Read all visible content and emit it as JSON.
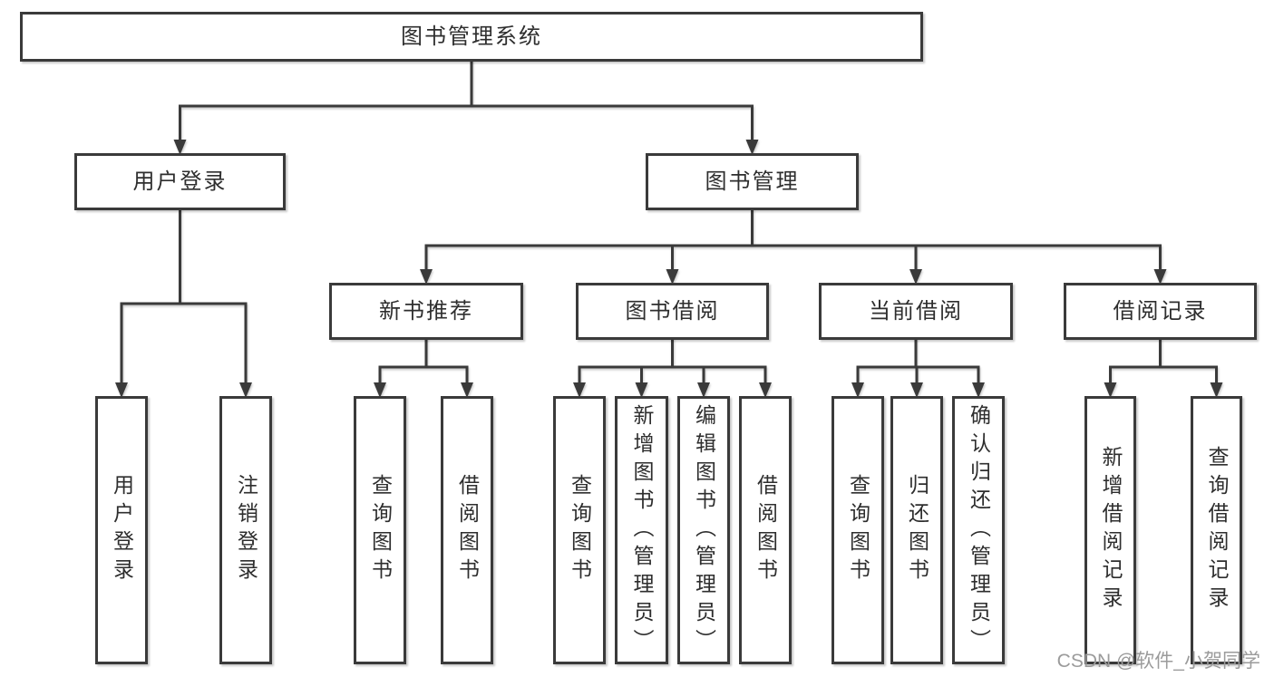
{
  "tree": {
    "root": "图书管理系统",
    "children": [
      {
        "label": "用户登录",
        "children": [
          "用户登录",
          "注销登录"
        ]
      },
      {
        "label": "图书管理",
        "children": [
          {
            "label": "新书推荐",
            "children": [
              "查询图书",
              "借阅图书"
            ]
          },
          {
            "label": "图书借阅",
            "children": [
              "查询图书",
              "新增图书（管理员）",
              "编辑图书（管理员）",
              "借阅图书"
            ]
          },
          {
            "label": "当前借阅",
            "children": [
              "查询图书",
              "归还图书",
              "确认归还（管理员）"
            ]
          },
          {
            "label": "借阅记录",
            "children": [
              "新增借阅记录",
              "查询借阅记录"
            ]
          }
        ]
      }
    ]
  },
  "watermark": "CSDN @软件_小贺同学",
  "colors": {
    "line": "#3a3a3a",
    "box_border": "#3a3a3a",
    "box_fill": "#ffffff",
    "text": "#2e2e2e",
    "watermark": "#9b9b9b",
    "background": "#ffffff"
  }
}
